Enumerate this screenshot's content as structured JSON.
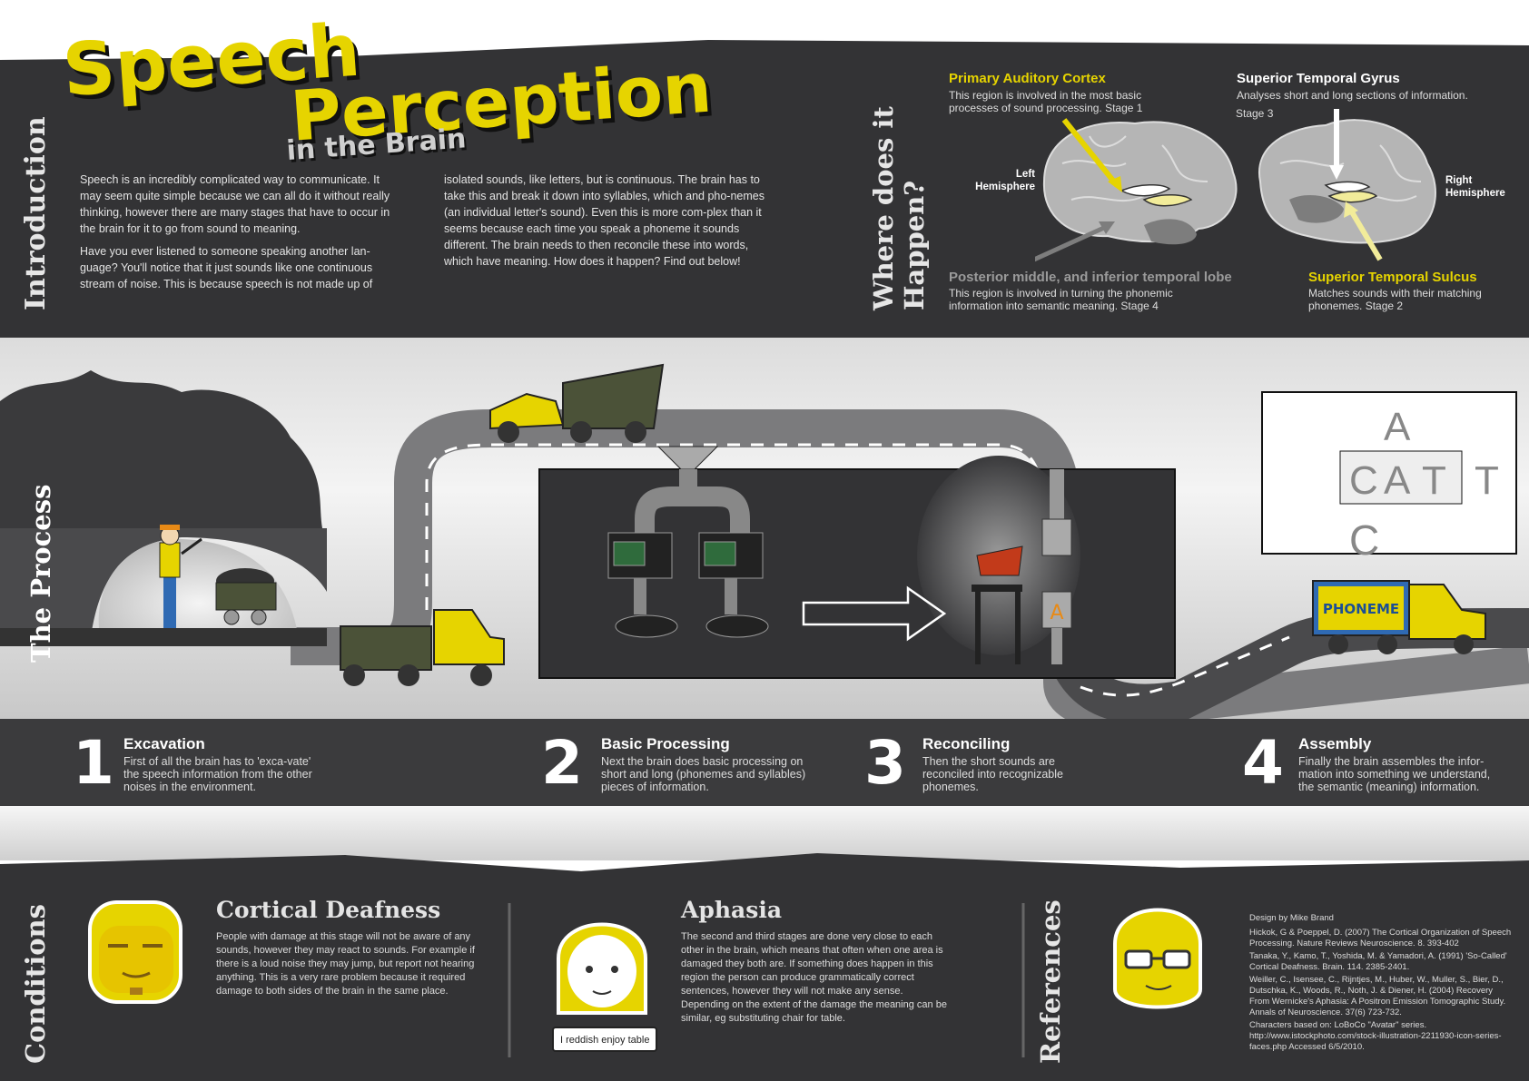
{
  "title": {
    "line1": "Speech",
    "line2": "Perception",
    "line3": "in the Brain"
  },
  "sections": {
    "introduction": "Introduction",
    "where": "Where does it Happen?",
    "process": "The Process",
    "conditions": "Conditions",
    "references": "References"
  },
  "intro": {
    "col1_p1": "Speech is an incredibly complicated way to communicate. It may seem quite simple because we can all do it without really thinking, however there are many stages that have to occur in the brain for it to go from sound to meaning.",
    "col1_p2": "Have you ever listened to someone speaking another lan-guage? You'll notice that it just sounds like one continuous stream of noise. This is because speech is not made up of",
    "col2": "isolated sounds, like letters, but is continuous. The brain has to take this and break it down into syllables, which and pho-nemes (an individual letter's sound). Even this is more com-plex than it seems because each time you speak a phoneme it sounds different. The brain needs to then reconcile these into words, which have meaning. How does it happen? Find out below!"
  },
  "brain": {
    "pac_title": "Primary Auditory Cortex",
    "pac_text": "This region is involved in the most basic processes of sound processing.  Stage 1",
    "stg_title": "Superior Temporal Gyrus",
    "stg_text": "Analyses short and long sections of information.",
    "stg_stage": "Stage 3",
    "left_hemi": "Left Hemisphere",
    "right_hemi": "Right Hemisphere",
    "pmitl_title": "Posterior middle, and inferior temporal lobe",
    "pmitl_text": "This region is involved in turning the phonemic information into semantic meaning. Stage 4",
    "sts_title": "Superior Temporal Sulcus",
    "sts_text": "Matches sounds with their matching phonemes. Stage 2"
  },
  "process_art": {
    "truck_label": "PHONEME",
    "mold_letter": "A",
    "blueprint_letters": [
      "A",
      "C",
      "A",
      "T",
      "C",
      "T"
    ]
  },
  "steps": [
    {
      "num": "1",
      "title": "Excavation",
      "text": "First of all the brain has to 'exca-vate' the speech information from the other noises in the environment."
    },
    {
      "num": "2",
      "title": "Basic Processing",
      "text": "Next the brain does basic processing on short and long (phonemes and syllables) pieces of information."
    },
    {
      "num": "3",
      "title": "Reconciling",
      "text": "Then the short sounds are reconciled into recognizable phonemes."
    },
    {
      "num": "4",
      "title": "Assembly",
      "text": "Finally the brain assembles the infor-mation into something we understand, the semantic (meaning) information."
    }
  ],
  "conditions": {
    "cd_title": "Cortical Deafness",
    "cd_text": "People with damage at this stage will not be aware of any sounds, however they may react to sounds. For example if there is a loud noise they may jump, but report not hearing anything.  This is a very rare problem because it required damage to both sides of the brain in the same place.",
    "aph_title": "Aphasia",
    "aph_text": "The second and third stages are done very close to each other in the brain, which means that often when one area is damaged they both are. If something does happen in this region the person can produce grammatically correct sentences, however they will not make any sense. Depending on the extent of the damage the meaning can be similar, eg substituting chair for table.",
    "speech_bubble": "I reddish enjoy table"
  },
  "references": {
    "designer": "Design by Mike Brand",
    "r1": "Hickok, G & Poeppel, D. (2007) The Cortical Organization of Speech Processing. Nature Reviews Neuroscience. 8. 393-402",
    "r2": "Tanaka, Y., Kamo, T., Yoshida, M. & Yamadori, A. (1991) 'So-Called' Cortical Deafness. Brain. 114. 2385-2401.",
    "r3": "Weiller, C., Isensee, C., Rijntjes, M., Huber, W., Muller, S., Bier, D., Dutschka, K., Woods, R., Noth, J. & Diener, H. (2004) Recovery From Wernicke's Aphasia: A Positron Emission Tomographic Study. Annals of Neuroscience. 37(6) 723-732.",
    "r4": "Characters based on: LoBoCo \"Avatar\" series. http://www.istockphoto.com/stock-illustration-2211930-icon-series-faces.php Accessed 6/5/2010."
  },
  "colors": {
    "accent": "#e6d400",
    "dark": "#333335",
    "mid": "#4a4a4c"
  }
}
